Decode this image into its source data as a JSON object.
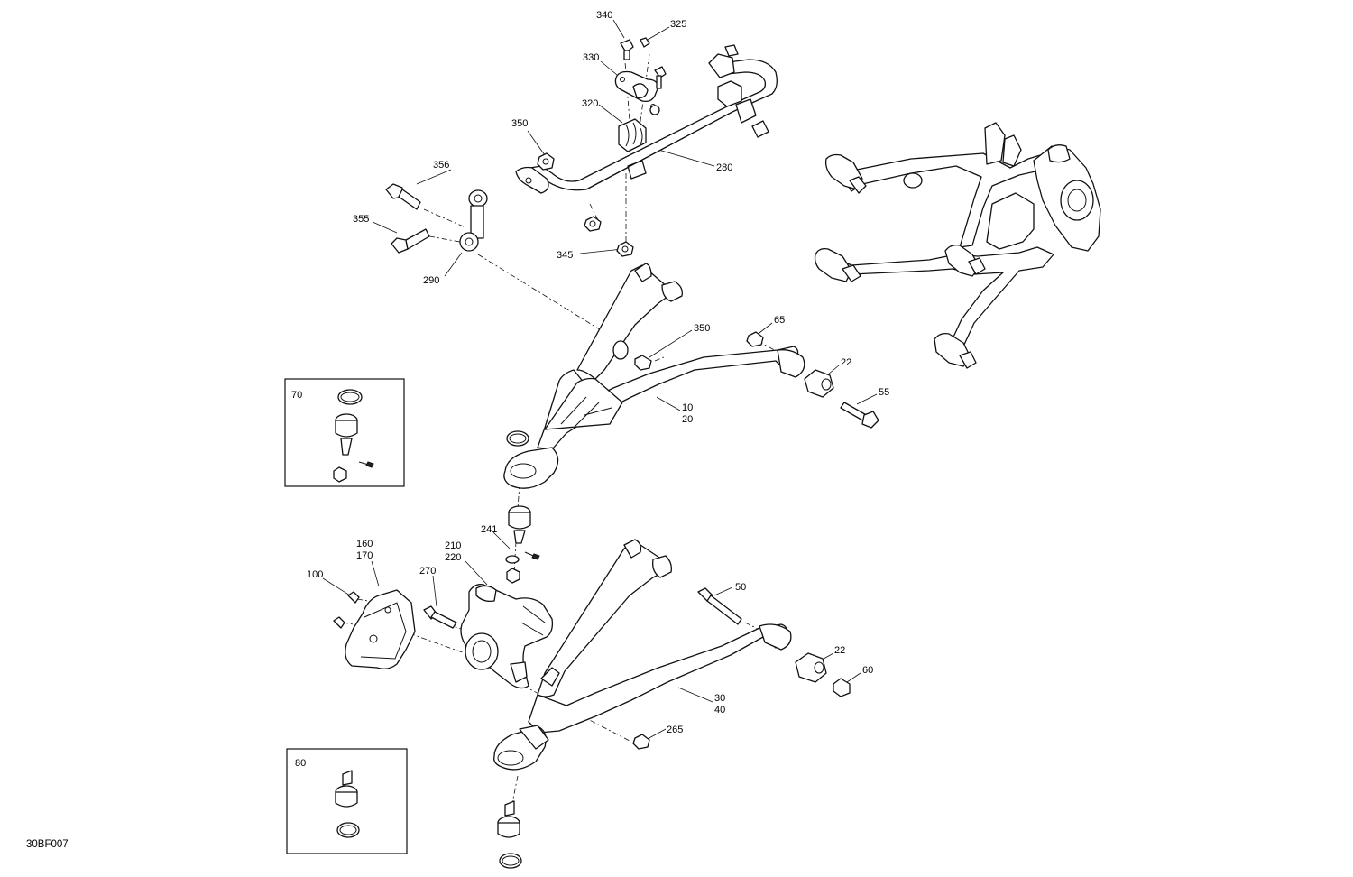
{
  "figure_code": "30BF007",
  "callouts": [
    {
      "id": "c340",
      "text": "340"
    },
    {
      "id": "c325",
      "text": "325"
    },
    {
      "id": "c330",
      "text": "330"
    },
    {
      "id": "c320",
      "text": "320"
    },
    {
      "id": "c350a",
      "text": "350"
    },
    {
      "id": "c356",
      "text": "356"
    },
    {
      "id": "c280",
      "text": "280"
    },
    {
      "id": "c355",
      "text": "355"
    },
    {
      "id": "c345",
      "text": "345"
    },
    {
      "id": "c290",
      "text": "290"
    },
    {
      "id": "c350b",
      "text": "350"
    },
    {
      "id": "c65",
      "text": "65"
    },
    {
      "id": "c22a",
      "text": "22"
    },
    {
      "id": "c55",
      "text": "55"
    },
    {
      "id": "c10",
      "text": "10"
    },
    {
      "id": "c20",
      "text": "20"
    },
    {
      "id": "c70",
      "text": "70"
    },
    {
      "id": "c241",
      "text": "241"
    },
    {
      "id": "c160",
      "text": "160"
    },
    {
      "id": "c170",
      "text": "170"
    },
    {
      "id": "c210",
      "text": "210"
    },
    {
      "id": "c220",
      "text": "220"
    },
    {
      "id": "c270",
      "text": "270"
    },
    {
      "id": "c100",
      "text": "100"
    },
    {
      "id": "c50",
      "text": "50"
    },
    {
      "id": "c22b",
      "text": "22"
    },
    {
      "id": "c60",
      "text": "60"
    },
    {
      "id": "c30",
      "text": "30"
    },
    {
      "id": "c40",
      "text": "40"
    },
    {
      "id": "c265",
      "text": "265"
    },
    {
      "id": "c80",
      "text": "80"
    }
  ]
}
